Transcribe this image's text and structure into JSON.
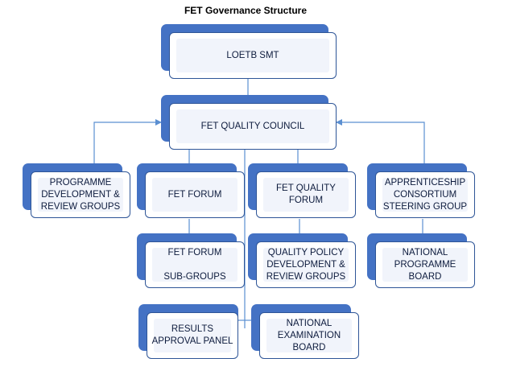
{
  "title": "FET Governance Structure",
  "nodes": {
    "smt": "LOETB SMT",
    "council": "FET QUALITY COUNCIL",
    "programme": "PROGRAMME\nDEVELOPMENT &\nREVIEW GROUPS",
    "forum": "FET FORUM",
    "quality_forum": "FET QUALITY\nFORUM",
    "apprenticeship": "APPRENTICESHIP\nCONSORTIUM\nSTEERING GROUP",
    "forum_sub": "FET FORUM\n\nSUB-GROUPS",
    "qp_dev": "QUALITY POLICY\nDEVELOPMENT &\nREVIEW GROUPS",
    "national_prog": "NATIONAL\nPROGRAMME\nBOARD",
    "results": "RESULTS\nAPPROVAL PANEL",
    "nat_exam": "NATIONAL\nEXAMINATION\nBOARD"
  },
  "colors": {
    "accent": "#4472c4",
    "border": "#2e5597",
    "line": "#5b8fd1",
    "fill": "#f1f4fb"
  }
}
